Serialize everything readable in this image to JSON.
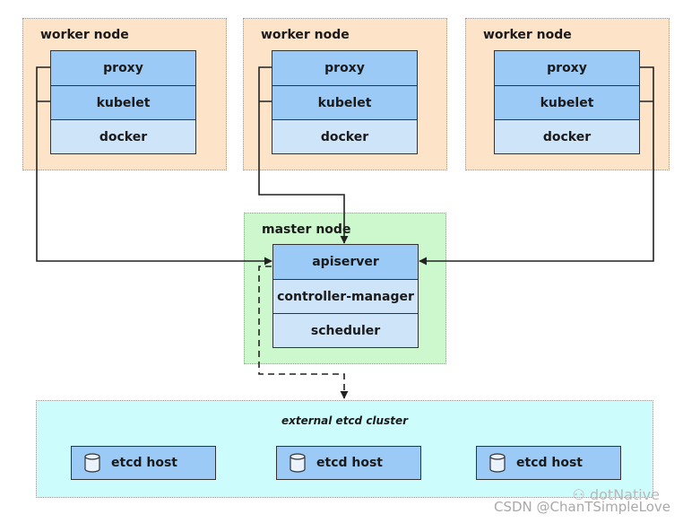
{
  "workers": [
    {
      "title": "worker node",
      "components": [
        "proxy",
        "kubelet",
        "docker"
      ]
    },
    {
      "title": "worker node",
      "components": [
        "proxy",
        "kubelet",
        "docker"
      ]
    },
    {
      "title": "worker node",
      "components": [
        "proxy",
        "kubelet",
        "docker"
      ]
    }
  ],
  "master": {
    "title": "master node",
    "components": [
      "apiserver",
      "controller-manager",
      "scheduler"
    ]
  },
  "etcd": {
    "title": "external etcd cluster",
    "hosts": [
      "etcd host",
      "etcd host",
      "etcd host"
    ]
  },
  "watermark": {
    "line1": "dotNative",
    "line2": "CSDN @ChanTSimpleLove"
  },
  "colors": {
    "worker_bg": "#fde3c8",
    "master_bg": "#cdf8cd",
    "etcd_bg": "#cdfcfc",
    "component_dark": "#9ccaf6",
    "component_light": "#cde4f9"
  }
}
